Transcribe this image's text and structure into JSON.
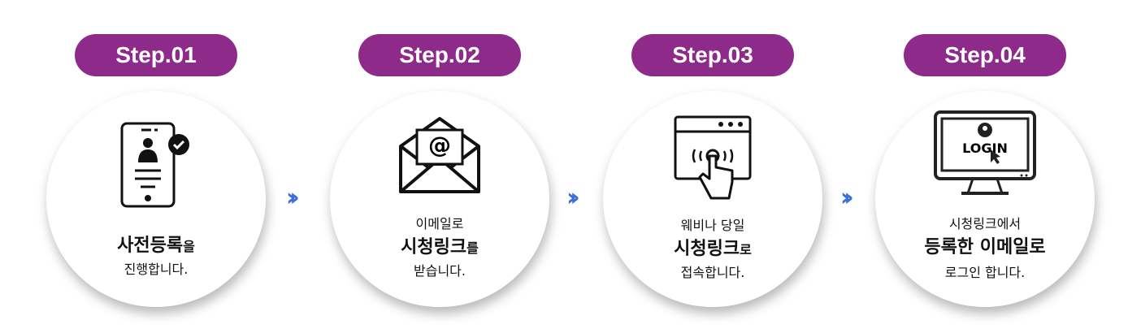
{
  "steps": [
    {
      "label": "Step.01",
      "line1": "",
      "line2_bold": "사전등록",
      "line2_small": "을",
      "line3": "진행합니다.",
      "icon": "tablet-profile-check-icon"
    },
    {
      "label": "Step.02",
      "line1": "이메일로",
      "line2_bold": "시청링크",
      "line2_small": "를",
      "line3": "받습니다.",
      "icon": "open-envelope-at-icon"
    },
    {
      "label": "Step.03",
      "line1": "웨비나 당일",
      "line2_bold": "시청링크",
      "line2_small": "로",
      "line3": "접속합니다.",
      "icon": "browser-touch-icon"
    },
    {
      "label": "Step.04",
      "line1": "시청링크에서",
      "line2_bold": "등록한 이메일로",
      "line2_small": "",
      "line3": "로그인 합니다.",
      "icon": "monitor-login-icon",
      "login_text": "LOGIN"
    }
  ],
  "arrow": "››",
  "colors": {
    "pill": "#8e2a8a",
    "arrow": "#3b6fd8"
  }
}
